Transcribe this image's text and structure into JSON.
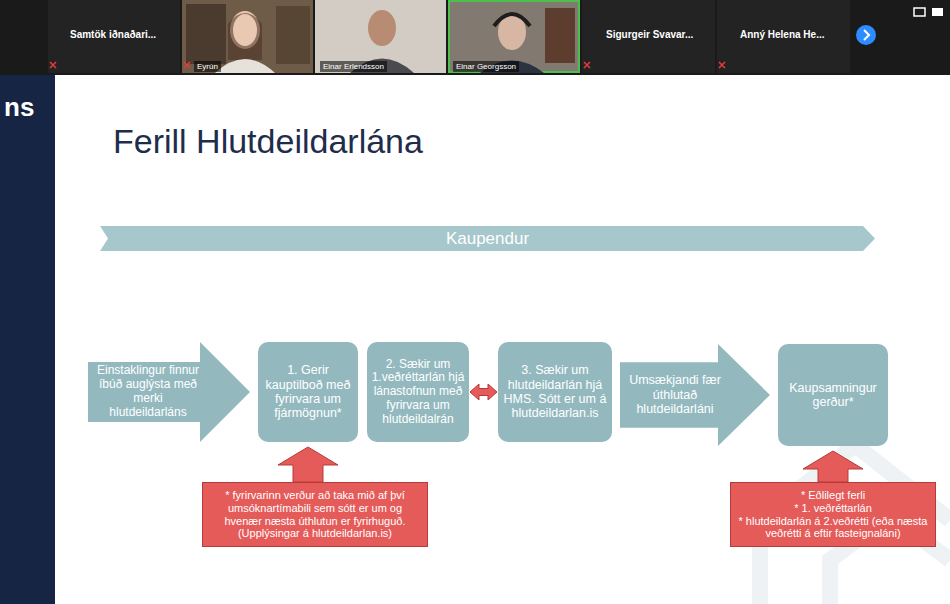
{
  "diagram": {
    "title": "Ferill Hlutdeildarlána",
    "nodes": [
      {
        "text": [
          "Kaupendur"
        ]
      },
      {
        "text": [
          "Einstaklingur finnur íbúð auglýsta með merki hlutdeildarláns"
        ]
      },
      {
        "text": [
          "1. Gerir kauptilboð með fyrirvara um fjármögnun*"
        ]
      },
      {
        "text": [
          "2. Sækir um 1.veðréttarlán hjá lánastofnun með fyrirvara um hlutdeildalrán"
        ]
      },
      {
        "text": [
          "3. Sækir um hlutdeildarlán hjá HMS. Sótt er um á hlutdeildarlan.is"
        ]
      },
      {
        "text": [
          "Umsækjandi fær úthlutað hlutdeildarláni"
        ]
      },
      {
        "text": [
          "Kaupsamningur gerður*"
        ]
      },
      {
        "text": [
          "* fyrirvarinn verður að taka mið af því umsóknartímabili sem sótt er um og hvenær næsta úthlutun er fyrirhuguð. (Upplýsingar á hlutdeildarlan.is)"
        ]
      },
      {
        "text": [
          "* Eðlilegt ferli",
          "* 1. veðréttarlán",
          "* hlutdeildarlán á 2.veðrétti (eða næsta veðrétti á eftir fasteignaláni)"
        ]
      }
    ],
    "edges": [
      {
        "from": 3,
        "to": 4,
        "arrow": "both"
      },
      {
        "from": 7,
        "to": 2,
        "arrow": "to"
      },
      {
        "from": 8,
        "to": 6,
        "arrow": "to"
      }
    ],
    "labels": [
      "Samtök iðnaðari...",
      "Eyrún",
      "Einar Erlendsson",
      "Einar Georgsson",
      "Sigurgeir Svavar...",
      "Anný Helena He...",
      "ns"
    ]
  }
}
